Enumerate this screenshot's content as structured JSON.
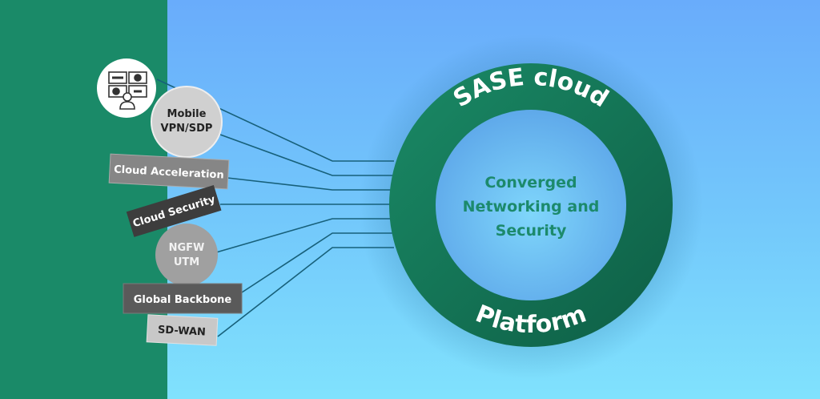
{
  "colors": {
    "left_panel": "#1a8a68",
    "ring": "#167d5c",
    "ring_dark": "#0f6248",
    "center_text": "#1c8a6c",
    "connector": "#17607a"
  },
  "ring": {
    "top_label": "SASE cloud",
    "bottom_label": "Platform",
    "center_lines": [
      "Converged",
      "Networking and",
      "Security"
    ]
  },
  "user_icon": "remote-user-dashboard-icon",
  "components": [
    {
      "id": "mobile",
      "shape": "circle",
      "lines": [
        "Mobile",
        "VPN/SDP"
      ]
    },
    {
      "id": "cloud-acceleration",
      "shape": "box",
      "lines": [
        "Cloud Acceleration"
      ]
    },
    {
      "id": "cloud-security",
      "shape": "box",
      "lines": [
        "Cloud Security"
      ]
    },
    {
      "id": "ngfw",
      "shape": "circle",
      "lines": [
        "NGFW",
        "UTM"
      ]
    },
    {
      "id": "global-backbone",
      "shape": "box",
      "lines": [
        "Global Backbone"
      ]
    },
    {
      "id": "sd-wan",
      "shape": "box",
      "lines": [
        "SD-WAN"
      ]
    }
  ]
}
